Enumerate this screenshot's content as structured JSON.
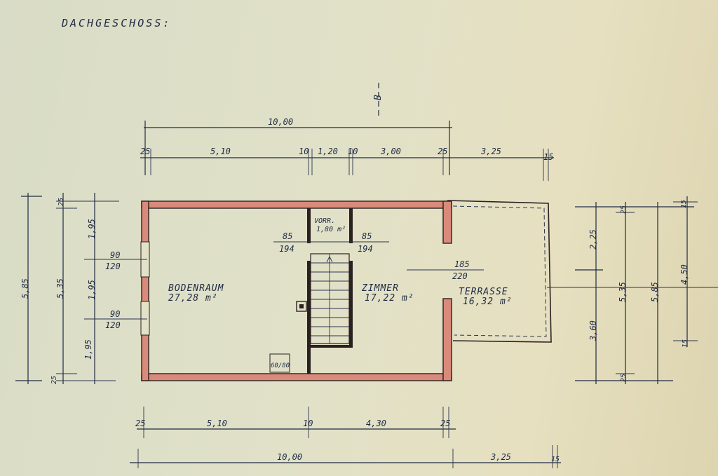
{
  "title": "DACHGESCHOSS:",
  "section_mark": "B",
  "top_dims": {
    "total": "10,00",
    "segments": [
      "25",
      "5,10",
      "10",
      "1,20",
      "10",
      "3,00",
      "25",
      "3,25",
      "15"
    ]
  },
  "bottom_dims": {
    "segments": [
      "25",
      "5,10",
      "10",
      "4,30",
      "25"
    ],
    "total": "10,00",
    "terrace": "3,25",
    "end": "15"
  },
  "left_dims": {
    "total": "5,85",
    "inner": "5,35",
    "top_wall": "25",
    "bottom_wall": "25",
    "parts": [
      "1,95",
      "1,95",
      "1,95"
    ],
    "window1": {
      "w": "90",
      "h": "120"
    },
    "window2": {
      "w": "90",
      "h": "120"
    }
  },
  "right_dims": {
    "a": "2,25",
    "b": "3,60",
    "c": "5,35",
    "d": "5,85",
    "e": "4,50",
    "w1": "25",
    "w2": "15",
    "w3": "25",
    "w4": "15"
  },
  "rooms": [
    {
      "name": "BODENRAUM",
      "area": "27,28 m²"
    },
    {
      "name": "ZIMMER",
      "area": "17,22 m²"
    },
    {
      "name": "TERRASSE",
      "area": "16,32 m²"
    },
    {
      "name": "VORR.",
      "area": "1,80 m²"
    }
  ],
  "doors": [
    {
      "w": "85",
      "h": "194"
    },
    {
      "w": "85",
      "h": "194"
    },
    {
      "w": "185",
      "h": "220"
    }
  ],
  "hatch": "60/80"
}
